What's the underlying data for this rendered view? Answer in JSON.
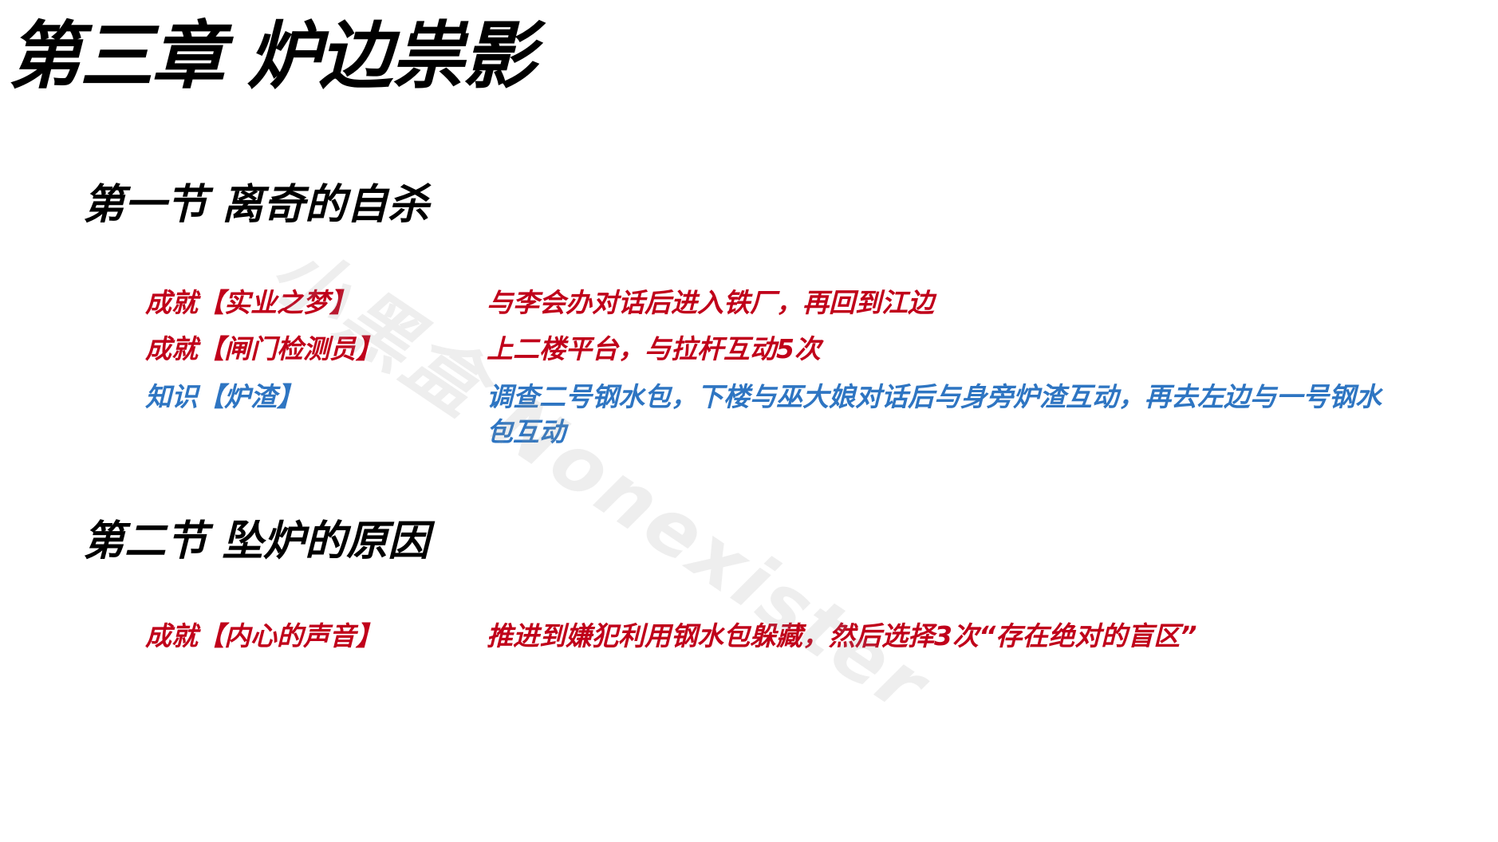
{
  "chapter": {
    "title": "第三章 炉边祟影"
  },
  "sections": [
    {
      "title": "第一节 离奇的自杀",
      "entries": [
        {
          "label": "成就【实业之梦】",
          "desc": "与李会办对话后进入铁厂，再回到江边",
          "color": "#c0001a"
        },
        {
          "label": "成就【闸门检测员】",
          "desc": "上二楼平台，与拉杆互动5次",
          "color": "#c0001a"
        },
        {
          "label": "知识【炉渣】",
          "desc": "调查二号钢水包，下楼与巫大娘对话后与身旁炉渣互动，再去左边与一号钢水包互动",
          "color": "#2e75c2"
        }
      ]
    },
    {
      "title": "第二节 坠炉的原因",
      "entries": [
        {
          "label": "成就【内心的声音】",
          "desc": "推进到嫌犯利用钢水包躲藏，然后选择3次“存在绝对的盲区”",
          "color": "#c0001a"
        }
      ]
    }
  ],
  "watermark": {
    "text": "小黑盒 Nonexister"
  }
}
